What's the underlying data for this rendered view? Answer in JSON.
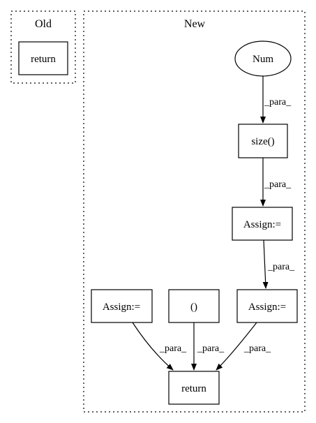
{
  "clusters": {
    "old": {
      "label": "Old"
    },
    "new": {
      "label": "New"
    }
  },
  "nodes": {
    "old_return": "return",
    "num": "Num",
    "size": "size()",
    "assign_mid": "Assign:=",
    "assign_left": "Assign:=",
    "tuple": "()",
    "assign_right": "Assign:=",
    "return": "return"
  },
  "edges": [
    {
      "from": "Num",
      "to": "size()",
      "label": "_para_"
    },
    {
      "from": "size()",
      "to": "Assign:=",
      "label": "_para_"
    },
    {
      "from": "Assign:=",
      "to": "Assign:=",
      "label": "_para_"
    },
    {
      "from": "Assign:=",
      "to": "return",
      "label": "_para_"
    },
    {
      "from": "()",
      "to": "return",
      "label": "_para_"
    },
    {
      "from": "Assign:=",
      "to": "return",
      "label": "_para_"
    }
  ]
}
